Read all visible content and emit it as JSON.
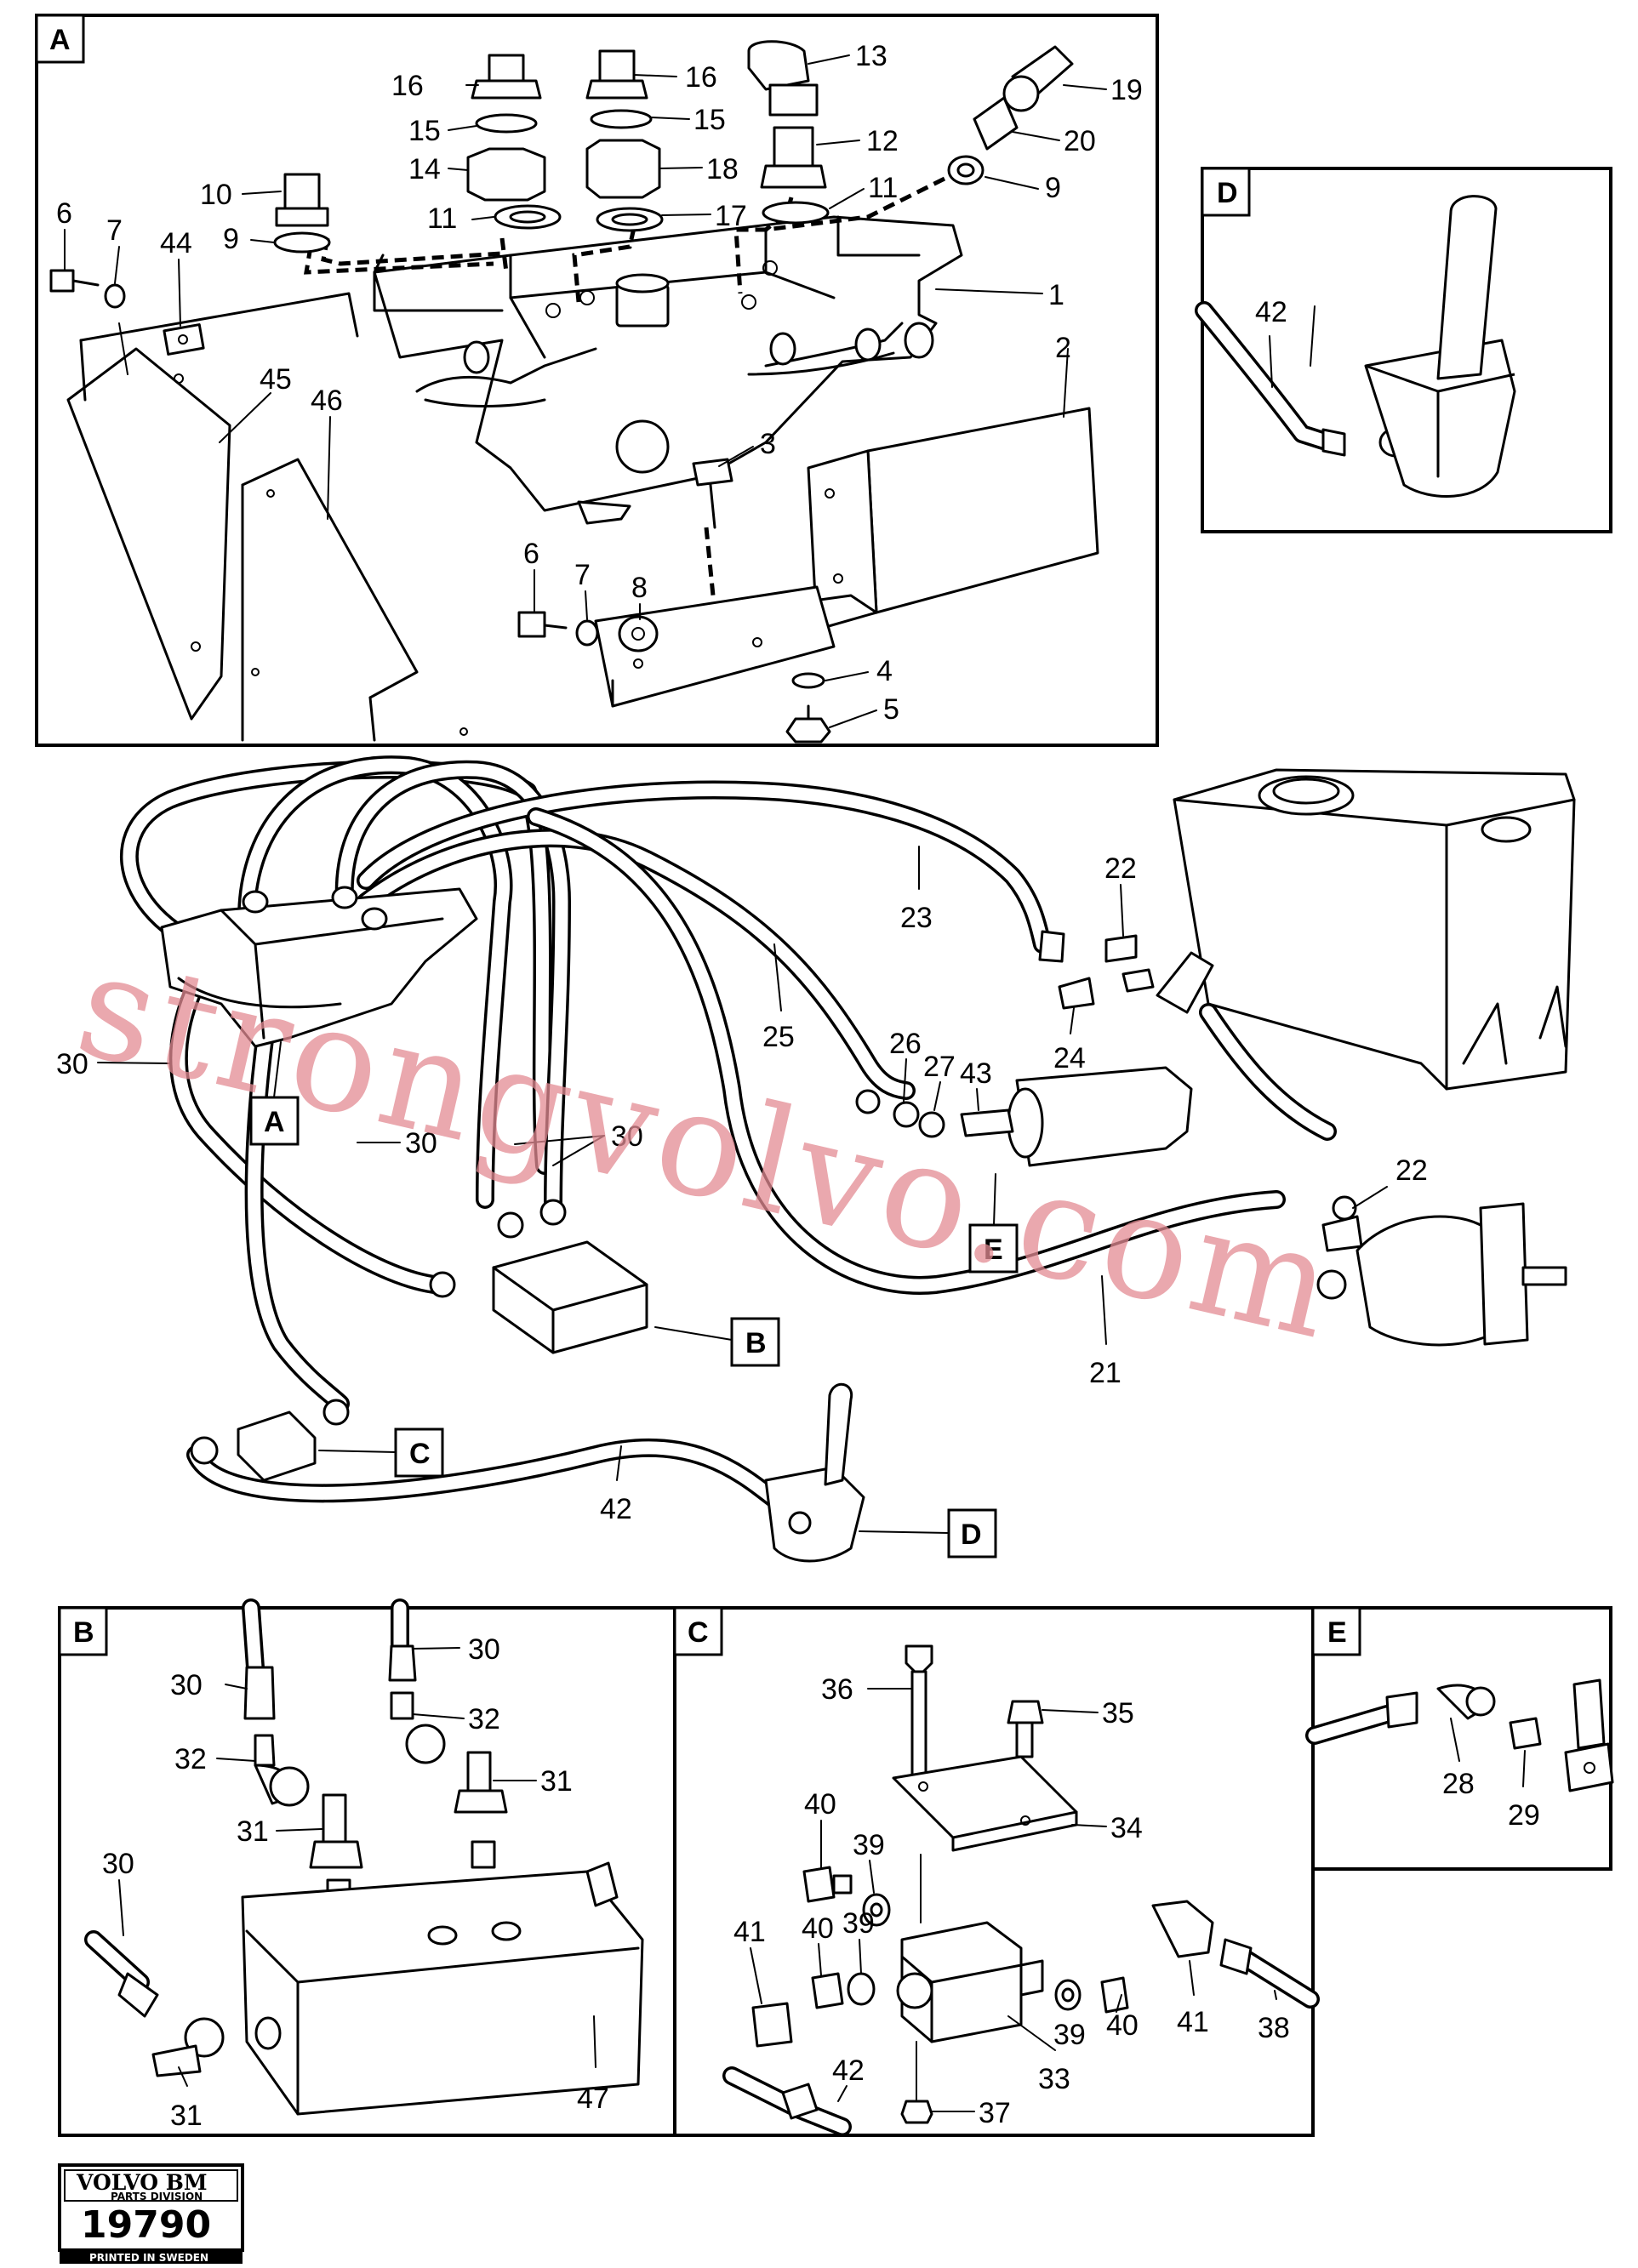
{
  "panels": {
    "A": {
      "label": "A",
      "callouts": [
        {
          "id": "c1",
          "text": "1"
        },
        {
          "id": "c2",
          "text": "2"
        },
        {
          "id": "c3",
          "text": "3"
        },
        {
          "id": "c4",
          "text": "4"
        },
        {
          "id": "c5",
          "text": "5"
        },
        {
          "id": "c6a",
          "text": "6"
        },
        {
          "id": "c6b",
          "text": "6"
        },
        {
          "id": "c7a",
          "text": "7"
        },
        {
          "id": "c7b",
          "text": "7"
        },
        {
          "id": "c8",
          "text": "8"
        },
        {
          "id": "c9a",
          "text": "9"
        },
        {
          "id": "c9b",
          "text": "9"
        },
        {
          "id": "c10",
          "text": "10"
        },
        {
          "id": "c11a",
          "text": "11"
        },
        {
          "id": "c11b",
          "text": "11"
        },
        {
          "id": "c12",
          "text": "12"
        },
        {
          "id": "c13",
          "text": "13"
        },
        {
          "id": "c14",
          "text": "14"
        },
        {
          "id": "c15a",
          "text": "15"
        },
        {
          "id": "c15b",
          "text": "15"
        },
        {
          "id": "c16a",
          "text": "16"
        },
        {
          "id": "c16b",
          "text": "16"
        },
        {
          "id": "c17",
          "text": "17"
        },
        {
          "id": "c18",
          "text": "18"
        },
        {
          "id": "c19",
          "text": "19"
        },
        {
          "id": "c20",
          "text": "20"
        },
        {
          "id": "c44",
          "text": "44"
        },
        {
          "id": "c45",
          "text": "45"
        },
        {
          "id": "c46",
          "text": "46"
        }
      ]
    },
    "D": {
      "label": "D",
      "callouts": [
        {
          "id": "d42",
          "text": "42"
        }
      ]
    },
    "main": {
      "callouts": [
        {
          "id": "m22a",
          "text": "22"
        },
        {
          "id": "m23",
          "text": "23"
        },
        {
          "id": "m24",
          "text": "24"
        },
        {
          "id": "m25",
          "text": "25"
        },
        {
          "id": "m26",
          "text": "26"
        },
        {
          "id": "m27",
          "text": "27"
        },
        {
          "id": "m43",
          "text": "43"
        },
        {
          "id": "m30a",
          "text": "30"
        },
        {
          "id": "m30b",
          "text": "30"
        },
        {
          "id": "m30c",
          "text": "30"
        },
        {
          "id": "m22b",
          "text": "22"
        },
        {
          "id": "m21",
          "text": "21"
        },
        {
          "id": "m42",
          "text": "42"
        }
      ],
      "view_refs": {
        "A": "A",
        "B": "B",
        "C": "C",
        "D": "D",
        "E": "E"
      }
    },
    "B": {
      "label": "B",
      "callouts": [
        {
          "id": "b30a",
          "text": "30"
        },
        {
          "id": "b30b",
          "text": "30"
        },
        {
          "id": "b30c",
          "text": "30"
        },
        {
          "id": "b32a",
          "text": "32"
        },
        {
          "id": "b32b",
          "text": "32"
        },
        {
          "id": "b31a",
          "text": "31"
        },
        {
          "id": "b31b",
          "text": "31"
        },
        {
          "id": "b31c",
          "text": "31"
        },
        {
          "id": "b47",
          "text": "47"
        }
      ]
    },
    "C": {
      "label": "C",
      "callouts": [
        {
          "id": "k36",
          "text": "36"
        },
        {
          "id": "k35",
          "text": "35"
        },
        {
          "id": "k34",
          "text": "34"
        },
        {
          "id": "k40a",
          "text": "40"
        },
        {
          "id": "k39a",
          "text": "39"
        },
        {
          "id": "k41a",
          "text": "41"
        },
        {
          "id": "k40b",
          "text": "40"
        },
        {
          "id": "k39b",
          "text": "39"
        },
        {
          "id": "k42",
          "text": "42"
        },
        {
          "id": "k37",
          "text": "37"
        },
        {
          "id": "k33",
          "text": "33"
        },
        {
          "id": "k39c",
          "text": "39"
        },
        {
          "id": "k40c",
          "text": "40"
        },
        {
          "id": "k41b",
          "text": "41"
        },
        {
          "id": "k38",
          "text": "38"
        }
      ]
    },
    "E": {
      "label": "E",
      "callouts": [
        {
          "id": "e28",
          "text": "28"
        },
        {
          "id": "e29",
          "text": "29"
        }
      ]
    }
  },
  "watermark": "strongvolvo.com",
  "stamp": {
    "brand": "VOLVO BM",
    "division": "PARTS DIVISION",
    "number": "19790",
    "printed": "PRINTED IN SWEDEN"
  },
  "colors": {
    "ink": "#000000",
    "watermark": "#e38b93",
    "paper": "#ffffff"
  }
}
